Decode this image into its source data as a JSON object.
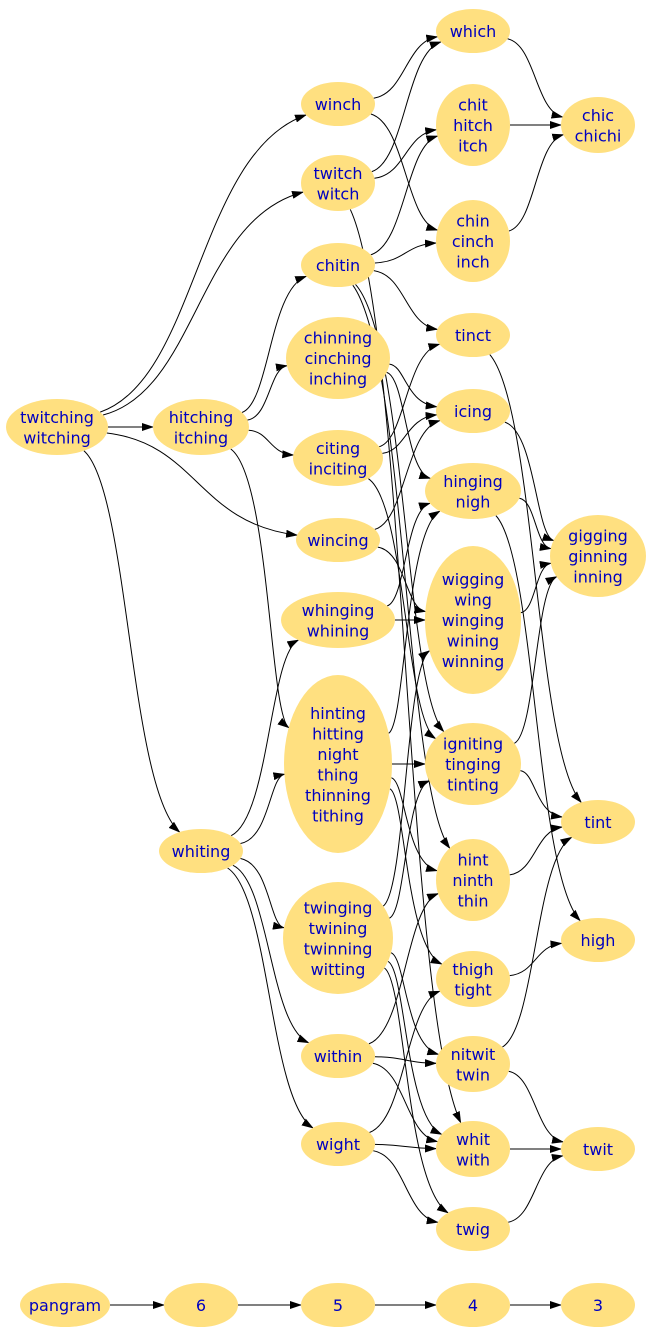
{
  "nodes": [
    {
      "id": "twitching",
      "lines": [
        "twitching",
        "witching"
      ]
    },
    {
      "id": "hitching",
      "lines": [
        "hitching",
        "itching"
      ]
    },
    {
      "id": "winch",
      "lines": [
        "winch"
      ]
    },
    {
      "id": "twitch",
      "lines": [
        "twitch",
        "witch"
      ]
    },
    {
      "id": "chitin",
      "lines": [
        "chitin"
      ]
    },
    {
      "id": "chinning",
      "lines": [
        "chinning",
        "cinching",
        "inching"
      ]
    },
    {
      "id": "citing",
      "lines": [
        "citing",
        "inciting"
      ]
    },
    {
      "id": "wincing",
      "lines": [
        "wincing"
      ]
    },
    {
      "id": "whinging",
      "lines": [
        "whinging",
        "whining"
      ]
    },
    {
      "id": "hinting",
      "lines": [
        "hinting",
        "hitting",
        "night",
        "thing",
        "thinning",
        "tithing"
      ]
    },
    {
      "id": "whiting",
      "lines": [
        "whiting"
      ]
    },
    {
      "id": "twinging",
      "lines": [
        "twinging",
        "twining",
        "twinning",
        "witting"
      ]
    },
    {
      "id": "within",
      "lines": [
        "within"
      ]
    },
    {
      "id": "wight",
      "lines": [
        "wight"
      ]
    },
    {
      "id": "which",
      "lines": [
        "which"
      ]
    },
    {
      "id": "chit",
      "lines": [
        "chit",
        "hitch",
        "itch"
      ]
    },
    {
      "id": "chin",
      "lines": [
        "chin",
        "cinch",
        "inch"
      ]
    },
    {
      "id": "tinct",
      "lines": [
        "tinct"
      ]
    },
    {
      "id": "icing",
      "lines": [
        "icing"
      ]
    },
    {
      "id": "hinging",
      "lines": [
        "hinging",
        "nigh"
      ]
    },
    {
      "id": "wigging",
      "lines": [
        "wigging",
        "wing",
        "winging",
        "wining",
        "winning"
      ]
    },
    {
      "id": "igniting",
      "lines": [
        "igniting",
        "tinging",
        "tinting"
      ]
    },
    {
      "id": "hint",
      "lines": [
        "hint",
        "ninth",
        "thin"
      ]
    },
    {
      "id": "thigh",
      "lines": [
        "thigh",
        "tight"
      ]
    },
    {
      "id": "nitwit",
      "lines": [
        "nitwit",
        "twin"
      ]
    },
    {
      "id": "whit",
      "lines": [
        "whit",
        "with"
      ]
    },
    {
      "id": "twig",
      "lines": [
        "twig"
      ]
    },
    {
      "id": "chic",
      "lines": [
        "chic",
        "chichi"
      ]
    },
    {
      "id": "gigging",
      "lines": [
        "gigging",
        "ginning",
        "inning"
      ]
    },
    {
      "id": "tint",
      "lines": [
        "tint"
      ]
    },
    {
      "id": "high",
      "lines": [
        "high"
      ]
    },
    {
      "id": "twit",
      "lines": [
        "twit"
      ]
    },
    {
      "id": "pangram",
      "lines": [
        "pangram"
      ]
    },
    {
      "id": "six",
      "lines": [
        "6"
      ]
    },
    {
      "id": "five",
      "lines": [
        "5"
      ]
    },
    {
      "id": "four",
      "lines": [
        "4"
      ]
    },
    {
      "id": "three",
      "lines": [
        "3"
      ]
    }
  ],
  "edges": [
    [
      "twitching",
      "hitching"
    ],
    [
      "twitching",
      "winch"
    ],
    [
      "twitching",
      "twitch"
    ],
    [
      "twitching",
      "wincing"
    ],
    [
      "twitching",
      "whiting"
    ],
    [
      "hitching",
      "chitin"
    ],
    [
      "hitching",
      "chinning"
    ],
    [
      "hitching",
      "citing"
    ],
    [
      "hitching",
      "hinting"
    ],
    [
      "winch",
      "which"
    ],
    [
      "winch",
      "chin"
    ],
    [
      "twitch",
      "which"
    ],
    [
      "twitch",
      "chit"
    ],
    [
      "twitch",
      "whit"
    ],
    [
      "chitin",
      "chit"
    ],
    [
      "chitin",
      "chin"
    ],
    [
      "chitin",
      "tinct"
    ],
    [
      "chitin",
      "hint"
    ],
    [
      "chitin",
      "igniting"
    ],
    [
      "chinning",
      "icing"
    ],
    [
      "chinning",
      "hinging"
    ],
    [
      "citing",
      "tinct"
    ],
    [
      "citing",
      "icing"
    ],
    [
      "citing",
      "igniting"
    ],
    [
      "wincing",
      "icing"
    ],
    [
      "wincing",
      "wigging"
    ],
    [
      "whinging",
      "hinging"
    ],
    [
      "whinging",
      "wigging"
    ],
    [
      "hinting",
      "hinging"
    ],
    [
      "hinting",
      "igniting"
    ],
    [
      "hinting",
      "hint"
    ],
    [
      "hinting",
      "thigh"
    ],
    [
      "whiting",
      "whinging"
    ],
    [
      "whiting",
      "hinting"
    ],
    [
      "whiting",
      "twinging"
    ],
    [
      "whiting",
      "within"
    ],
    [
      "whiting",
      "wight"
    ],
    [
      "twinging",
      "wigging"
    ],
    [
      "twinging",
      "igniting"
    ],
    [
      "twinging",
      "nitwit"
    ],
    [
      "twinging",
      "whit"
    ],
    [
      "twinging",
      "twig"
    ],
    [
      "within",
      "hint"
    ],
    [
      "within",
      "nitwit"
    ],
    [
      "within",
      "whit"
    ],
    [
      "wight",
      "thigh"
    ],
    [
      "wight",
      "whit"
    ],
    [
      "wight",
      "twig"
    ],
    [
      "which",
      "chic"
    ],
    [
      "chit",
      "chic"
    ],
    [
      "chin",
      "chic"
    ],
    [
      "tinct",
      "tint"
    ],
    [
      "icing",
      "gigging"
    ],
    [
      "hinging",
      "gigging"
    ],
    [
      "hinging",
      "high"
    ],
    [
      "wigging",
      "gigging"
    ],
    [
      "igniting",
      "gigging"
    ],
    [
      "igniting",
      "tint"
    ],
    [
      "hint",
      "tint"
    ],
    [
      "thigh",
      "high"
    ],
    [
      "nitwit",
      "tint"
    ],
    [
      "nitwit",
      "twit"
    ],
    [
      "whit",
      "twit"
    ],
    [
      "twig",
      "twit"
    ],
    [
      "pangram",
      "six"
    ],
    [
      "six",
      "five"
    ],
    [
      "five",
      "four"
    ],
    [
      "four",
      "three"
    ]
  ]
}
